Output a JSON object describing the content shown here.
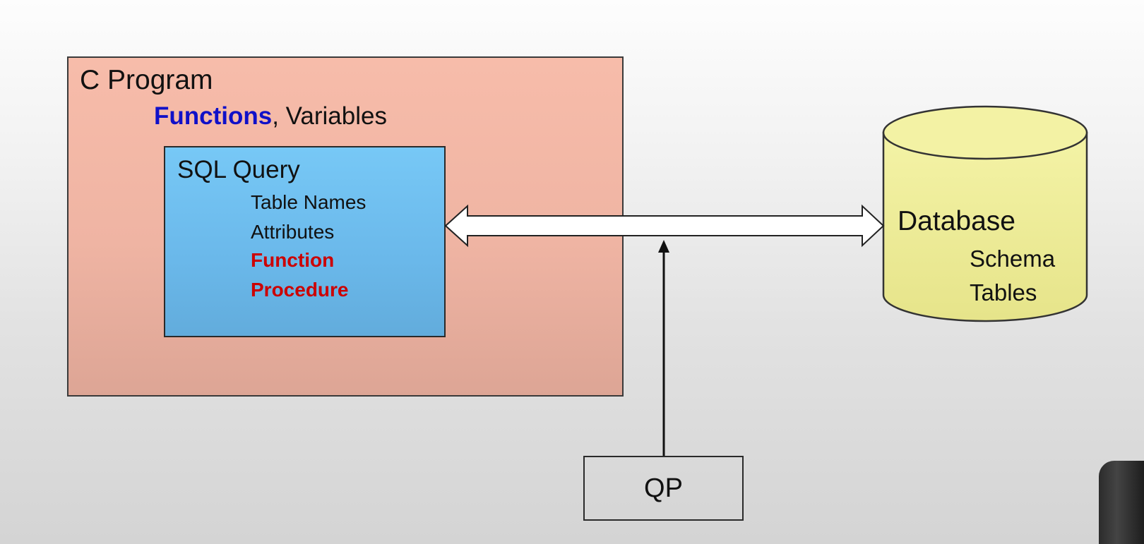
{
  "c_program": {
    "title": "C Program",
    "functions_label": "Functions",
    "variables_label": ", Variables"
  },
  "sql_query": {
    "title": "SQL Query",
    "items": [
      {
        "label": "Table Names",
        "highlight": false
      },
      {
        "label": "Attributes",
        "highlight": false
      },
      {
        "label": "Function",
        "highlight": true
      },
      {
        "label": "Procedure",
        "highlight": true
      }
    ]
  },
  "database": {
    "title": "Database",
    "items": [
      "Schema",
      "Tables"
    ]
  },
  "qp": {
    "label": "QP"
  },
  "colors": {
    "c_program_fill": "#f2b6a5",
    "sql_query_fill": "#6cbbed",
    "database_fill": "#f0ee96",
    "functions_blue": "#1010c8",
    "highlight_red": "#cc0000"
  }
}
